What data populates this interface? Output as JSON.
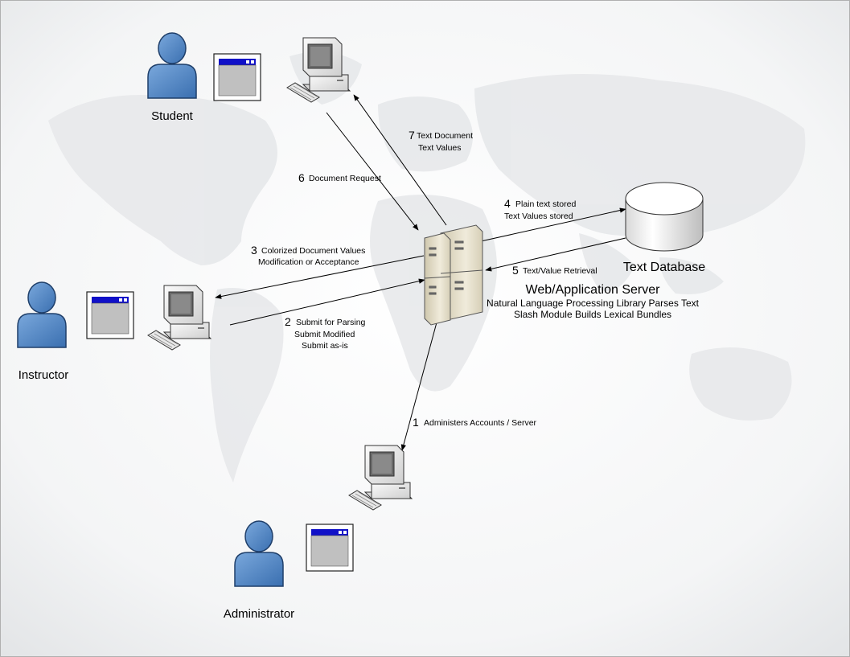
{
  "actors": {
    "student": "Student",
    "instructor": "Instructor",
    "administrator": "Administrator"
  },
  "server": {
    "title": "Web/Application Server",
    "line1": "Natural Language Processing Library Parses Text",
    "line2": "Slash Module Builds Lexical Bundles"
  },
  "database": {
    "label": "Text Database"
  },
  "flows": {
    "f1": {
      "num": "1",
      "line1": "Administers Accounts / Server"
    },
    "f2": {
      "num": "2",
      "line1": "Submit for Parsing",
      "line2": "Submit Modified",
      "line3": "Submit as-is"
    },
    "f3": {
      "num": "3",
      "line1": "Colorized Document Values",
      "line2": "Modification or Acceptance"
    },
    "f4": {
      "num": "4",
      "line1": "Plain text stored",
      "line2": "Text Values stored"
    },
    "f5": {
      "num": "5",
      "line1": "Text/Value Retrieval"
    },
    "f6": {
      "num": "6",
      "line1": "Document Request"
    },
    "f7": {
      "num": "7",
      "line1": "Text Document",
      "line2": "Text Values"
    }
  },
  "colors": {
    "person": "#4f86c6",
    "window_bar": "#1010c8",
    "window_body": "#c0c0c0",
    "server": "#e2dcc8",
    "background_map": "#e6e8ea"
  }
}
